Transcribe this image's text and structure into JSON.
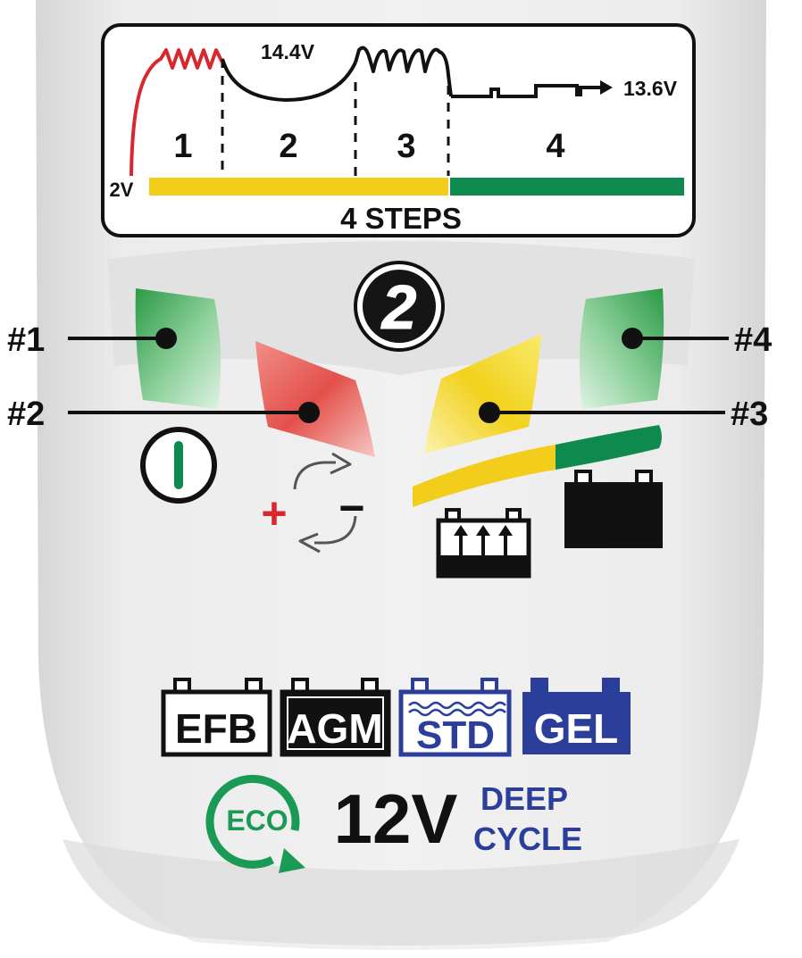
{
  "chart": {
    "steps": [
      "1",
      "2",
      "3",
      "4"
    ],
    "voltage_start": "2V",
    "voltage_peak": "14.4V",
    "voltage_float": "13.6V",
    "caption": "4 STEPS",
    "colors": {
      "charge_phase": "#f2cd1c",
      "maintain_phase": "#0f8a4f",
      "bulk_curve": "#d7282f",
      "outline": "#111111"
    }
  },
  "mode_badge": {
    "number": "2"
  },
  "indicators": [
    {
      "id": "1",
      "label": "#1",
      "color": "#2fa84f",
      "icon": "power-icon"
    },
    {
      "id": "2",
      "label": "#2",
      "color": "#e2463f",
      "icon": "polarity-swap-icon"
    },
    {
      "id": "3",
      "label": "#3",
      "color": "#f2d11c",
      "icon": "battery-charging-icon"
    },
    {
      "id": "4",
      "label": "#4",
      "color": "#2fa84f",
      "icon": "battery-full-icon"
    }
  ],
  "polarity": {
    "plus": "+",
    "minus": "−"
  },
  "battery_types": [
    {
      "label": "EFB",
      "style": "outline-black"
    },
    {
      "label": "AGM",
      "style": "filled-black"
    },
    {
      "label": "STD",
      "style": "outline-blue"
    },
    {
      "label": "GEL",
      "style": "filled-blue"
    }
  ],
  "footer": {
    "eco_label": "ECO",
    "voltage": "12V",
    "deep_line1": "DEEP",
    "deep_line2": "CYCLE",
    "colors": {
      "eco": "#1a9a55",
      "deep_cycle": "#2b3e9a"
    }
  }
}
